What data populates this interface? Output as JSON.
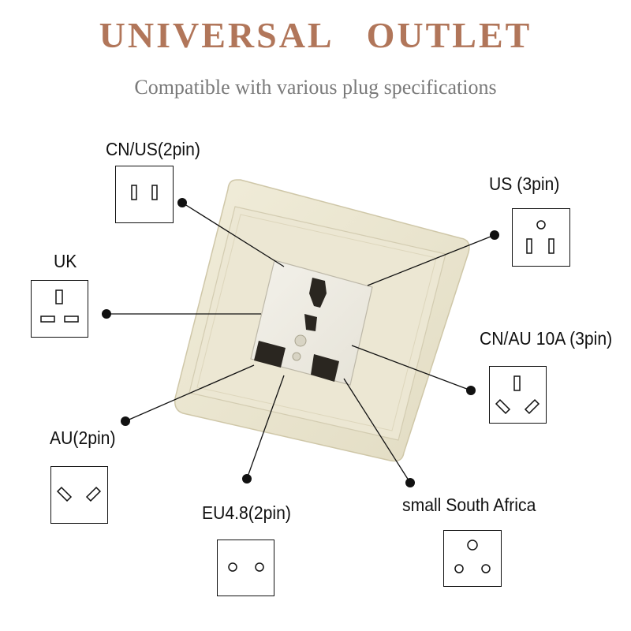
{
  "header": {
    "title": "UNIVERSAL   OUTLET",
    "subtitle": "Compatible with various plug specifications"
  },
  "plugs": {
    "cn_us_2pin": "CN/US(2pin)",
    "us_3pin": "US (3pin)",
    "uk": "UK",
    "cn_au_10a_3pin": "CN/AU 10A (3pin)",
    "au_2pin": "AU(2pin)",
    "eu_4_8_2pin": "EU4.8(2pin)",
    "small_south_africa": "small South Africa"
  },
  "colors": {
    "title": "#b1765a",
    "subtitle": "#7a7a7a",
    "outlet_plate": "#ebe6d0",
    "leader_line": "#111111"
  },
  "icons": [
    "universal-outlet-icon",
    "plug-socket-icon"
  ]
}
